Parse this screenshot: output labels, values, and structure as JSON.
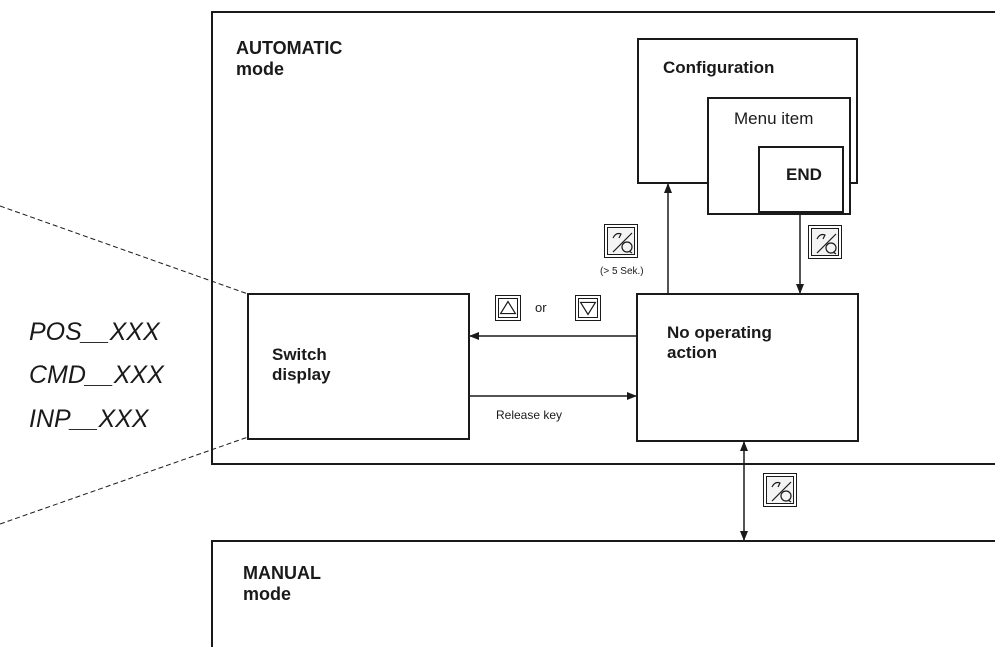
{
  "automatic_mode": {
    "line1": "AUTOMATIC",
    "line2": "mode"
  },
  "manual_mode": {
    "line1": "MANUAL",
    "line2": "mode"
  },
  "configuration": {
    "label": "Configuration"
  },
  "menu_item": {
    "label": "Menu item"
  },
  "end": {
    "label": "END"
  },
  "no_operating_action": {
    "line1": "No operating",
    "line2": "action"
  },
  "switch_display": {
    "line1": "Switch",
    "line2": "display"
  },
  "display_options": [
    "POS__XXX",
    "CMD__XXX",
    "INP__XXX"
  ],
  "hold_note": "(> 5 Sek.)",
  "or_text": "or",
  "release_key": "Release key",
  "icons": {
    "up_key": "up-arrow-key-icon",
    "down_key": "down-arrow-key-icon",
    "hand_key": "hand-press-key-icon"
  },
  "colors": {
    "line": "#1a1a1a",
    "background": "#ffffff",
    "key_fill": "#f4f4f4"
  }
}
